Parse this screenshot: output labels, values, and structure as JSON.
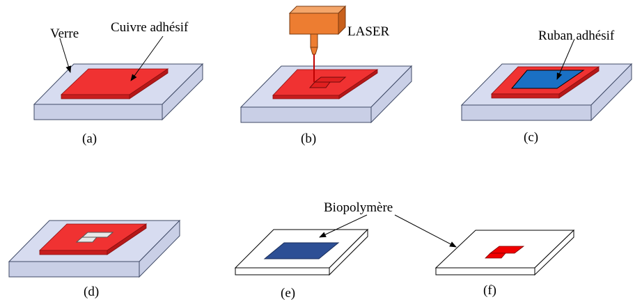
{
  "labels": {
    "verre": "Verre",
    "cuivre": "Cuivre adhésif",
    "laser": "LASER",
    "ruban": "Ruban adhésif",
    "biopolymere": "Biopolymère"
  },
  "captions": {
    "a": "(a)",
    "b": "(b)",
    "c": "(c)",
    "d": "(d)",
    "e": "(e)",
    "f": "(f)"
  },
  "colors": {
    "glass_top": "#d7dcf0",
    "glass_side": "#c9cfe6",
    "glass_edge": "#3f4a66",
    "copper": "#f03232",
    "copper_dark": "#b51818",
    "tape": "#1a70c4",
    "biopolymer": "#2d4f95",
    "laser_body": "#ed7d31",
    "laser_beam": "#c00000",
    "white_slab": "#ffffff"
  }
}
